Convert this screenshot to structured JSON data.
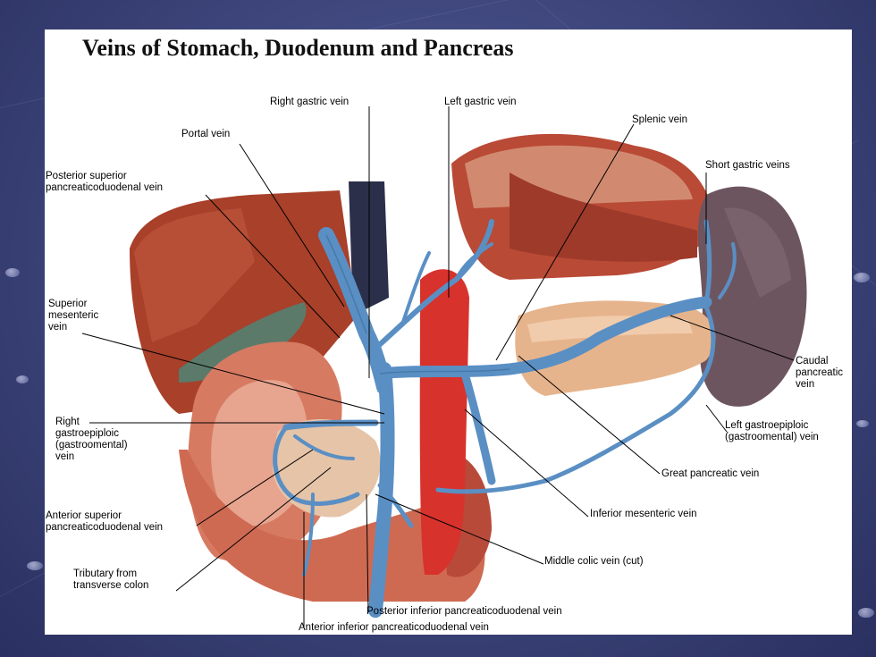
{
  "title": "Veins of Stomach, Duodenum and Pancreas",
  "labels": {
    "right_gastric": "Right gastric vein",
    "left_gastric": "Left gastric vein",
    "splenic": "Splenic vein",
    "portal": "Portal vein",
    "short_gastric": "Short gastric veins",
    "post_sup_pd": "Posterior superior\npancreaticoduodenal vein",
    "sup_mesenteric": "Superior\nmesenteric\nvein",
    "caudal_pancreatic": "Caudal\npancreatic\nvein",
    "right_gastroepiploic": "Right\ngastroepiploic\n(gastroomental)\nvein",
    "left_gastroepiploic": "Left gastroepiploic\n(gastroomental) vein",
    "great_pancreatic": "Great pancreatic vein",
    "ant_sup_pd": "Anterior superior\npancreaticoduodenal vein",
    "inf_mesenteric": "Inferior mesenteric vein",
    "tributary": "Tributary from\ntransverse colon",
    "middle_colic": "Middle colic vein (cut)",
    "post_inf_pd": "Posterior inferior pancreaticoduodenal vein",
    "ant_inf_pd": "Anterior inferior pancreaticoduodenal vein"
  },
  "colors": {
    "vein": "#5a8fc4",
    "vein_dark": "#3f6f9e",
    "liver": "#a8402a",
    "stomach": "#c8553c",
    "pancreas": "#e6b48c",
    "spleen": "#6d5560",
    "aorta": "#d8322c"
  }
}
